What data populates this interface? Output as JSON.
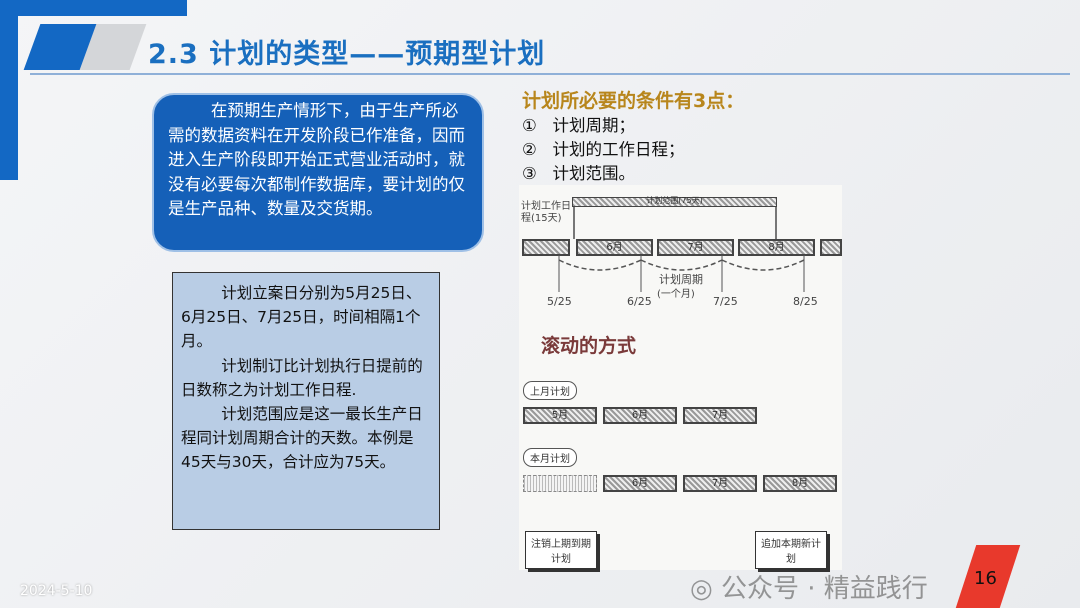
{
  "title": "2.3  计划的类型——预期型计划",
  "blue_box": "在预期生产情形下，由于生产所必需的数据资料在开发阶段已作准备，因而进入生产阶段即开始正式营业活动时，就没有必要每次都制作数据库，要计划的仅是生产品种、数量及交货期。",
  "light_box": [
    "计划立案日分别为5月25日、6月25日、7月25日，时间相隔1个月。",
    "计划制订比计划执行日提前的日数称之为计划工作日程.",
    "计划范围应是这一最长生产日程同计划周期合计的天数。本例是45天与30天，合计应为75天。"
  ],
  "conditions": {
    "heading": "计划所必要的条件有3点：",
    "items": [
      {
        "num": "①",
        "text": "计划周期；"
      },
      {
        "num": "②",
        "text": "计划的工作日程；"
      },
      {
        "num": "③",
        "text": "计划范围。"
      }
    ]
  },
  "diagram": {
    "work_label": "计划工作日程(15天)",
    "range_label": "计划范围(75天)",
    "months": [
      "6月",
      "7月",
      "8月"
    ],
    "cycle": "计划周期",
    "cycle_sub": "(一个月)",
    "dates": [
      "5/25",
      "6/25",
      "7/25",
      "8/25"
    ],
    "rolling": "滚动的方式",
    "last_plan": "上月计划",
    "last_months": [
      "5月",
      "6月",
      "7月"
    ],
    "this_plan": "本月计划",
    "this_months": [
      "6月",
      "7月",
      "8月"
    ],
    "cancel": "注销上期到期计划",
    "add": "追加本期新计划"
  },
  "watermark": "公众号 · 精益践行",
  "date": "2024-5-10",
  "page_number": "16",
  "colors": {
    "accent": "#1a6fc0",
    "page_badge": "#e8392c",
    "heading_gold": "#b8861c"
  }
}
